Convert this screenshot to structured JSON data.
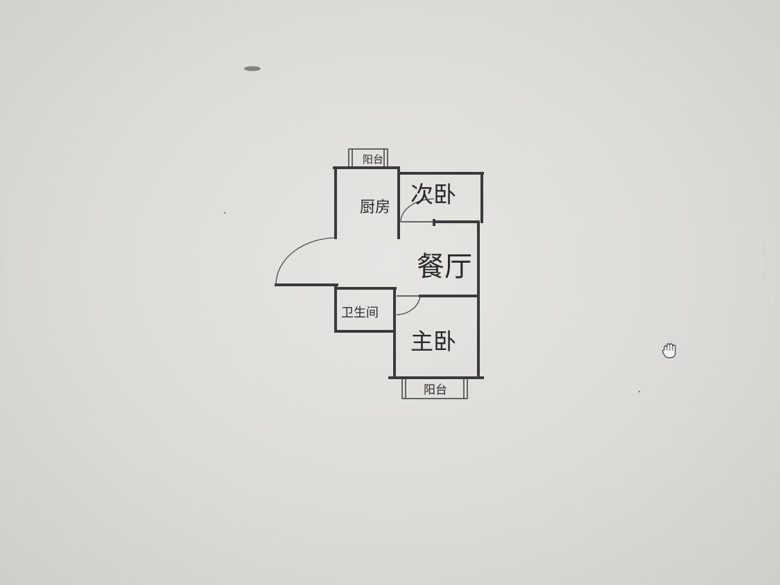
{
  "floor_plan": {
    "rooms": {
      "balcony_top": "阳台",
      "kitchen": "厨房",
      "second_bedroom": "次卧",
      "dining_room": "餐厅",
      "bathroom": "卫生间",
      "master_bedroom": "主卧",
      "balcony_bottom": "阳台"
    }
  },
  "cursor": {
    "icon": "hand-cursor-icon"
  },
  "colors": {
    "background": "#dcdbd7",
    "wall": "#3a3a3a",
    "text": "#2a2a2a"
  }
}
